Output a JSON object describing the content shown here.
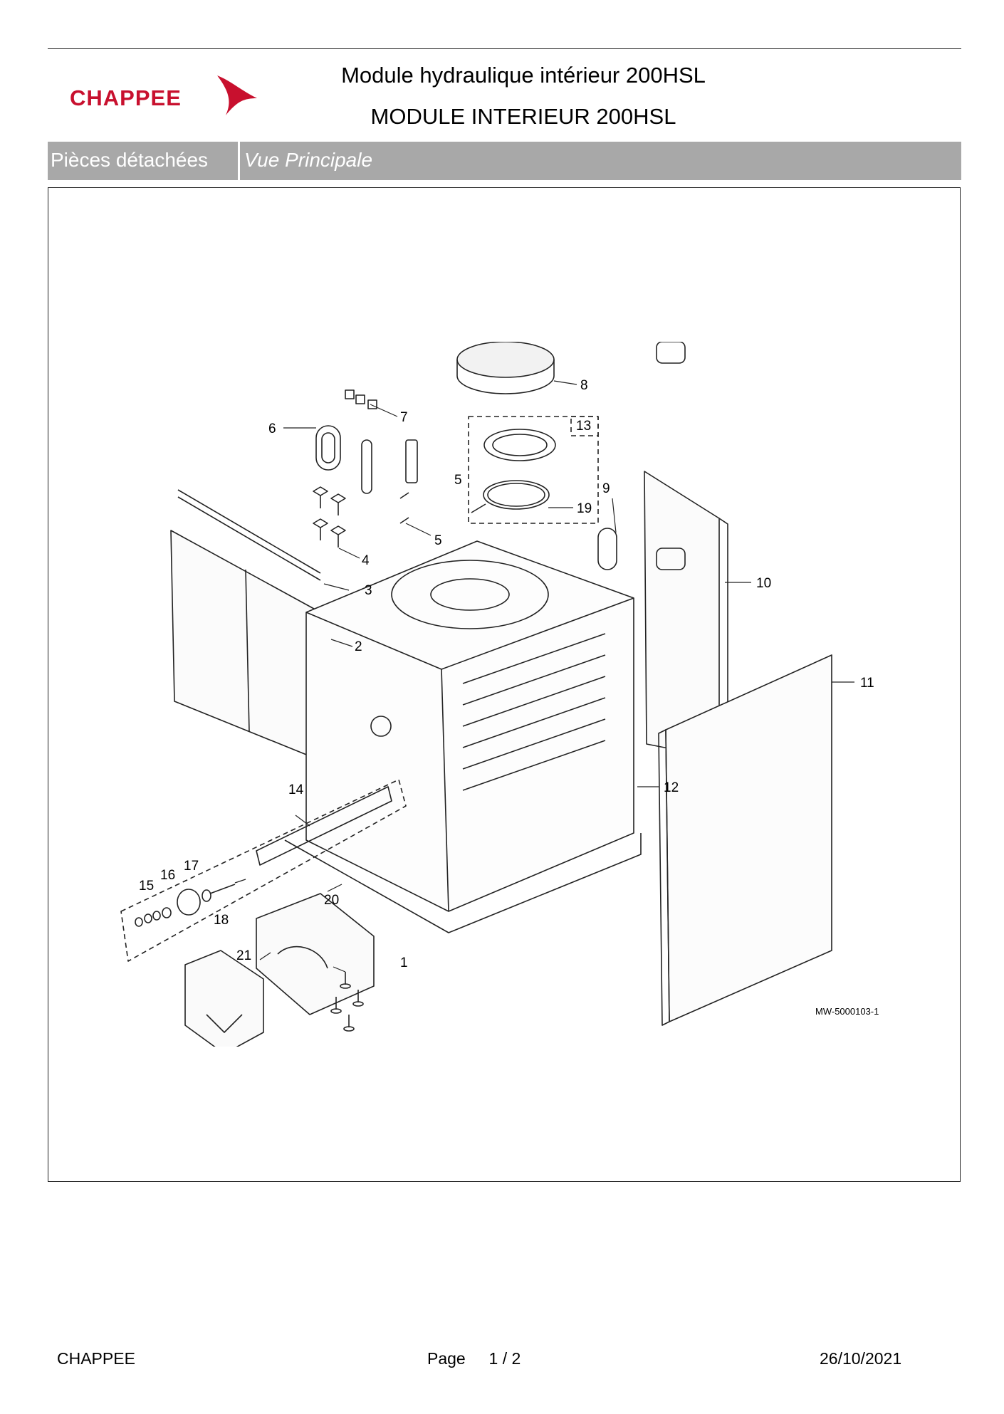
{
  "header": {
    "brand": "CHAPPEE",
    "title_line1": "Module hydraulique intérieur 200HSL",
    "title_line2": "MODULE INTERIEUR 200HSL"
  },
  "section_bar": {
    "category": "Pièces détachées",
    "view": "Vue Principale"
  },
  "diagram": {
    "reference": "MW-5000103-1",
    "callouts": [
      {
        "id": "1",
        "label": "1"
      },
      {
        "id": "2",
        "label": "2"
      },
      {
        "id": "3",
        "label": "3"
      },
      {
        "id": "4",
        "label": "4"
      },
      {
        "id": "5a",
        "label": "5"
      },
      {
        "id": "5b",
        "label": "5"
      },
      {
        "id": "6",
        "label": "6"
      },
      {
        "id": "7",
        "label": "7"
      },
      {
        "id": "8",
        "label": "8"
      },
      {
        "id": "9",
        "label": "9"
      },
      {
        "id": "10",
        "label": "10"
      },
      {
        "id": "11",
        "label": "11"
      },
      {
        "id": "12",
        "label": "12"
      },
      {
        "id": "13",
        "label": "13"
      },
      {
        "id": "14",
        "label": "14"
      },
      {
        "id": "15",
        "label": "15"
      },
      {
        "id": "16",
        "label": "16"
      },
      {
        "id": "17",
        "label": "17"
      },
      {
        "id": "18",
        "label": "18"
      },
      {
        "id": "19",
        "label": "19"
      },
      {
        "id": "20",
        "label": "20"
      },
      {
        "id": "21",
        "label": "21"
      }
    ]
  },
  "footer": {
    "brand": "CHAPPEE",
    "page_label": "Page",
    "page_current": "1",
    "page_sep": "/",
    "page_total": "2",
    "date": "26/10/2021"
  },
  "colors": {
    "brand_red": "#c8102e",
    "bar_gray": "#a8a8a8"
  }
}
